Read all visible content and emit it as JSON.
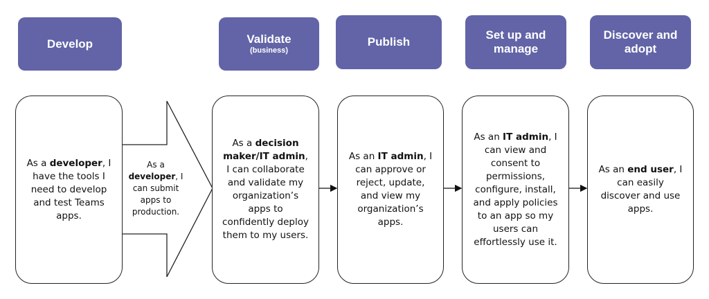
{
  "stages": [
    {
      "id": "develop",
      "title": "Develop",
      "subtitle": ""
    },
    {
      "id": "validate",
      "title": "Validate",
      "subtitle": "(business)"
    },
    {
      "id": "publish",
      "title": "Publish",
      "subtitle": ""
    },
    {
      "id": "setup",
      "title": "Set up and manage",
      "subtitle": ""
    },
    {
      "id": "discover",
      "title": "Discover and adopt",
      "subtitle": ""
    }
  ],
  "boxes": {
    "develop": {
      "pre": "As a ",
      "bold": "developer",
      "post": ", I have the tools I need to develop and test Teams apps."
    },
    "arrow": {
      "pre": "As a ",
      "bold": "developer",
      "post": ", I can submit apps to production."
    },
    "validate": {
      "pre": "As a ",
      "bold": "decision maker/IT admin",
      "post": ", I can collaborate and validate my organization’s apps to confidently deploy them to my users."
    },
    "publish": {
      "pre": "As an ",
      "bold": "IT admin",
      "post": ", I can approve or reject, update, and view my organization’s apps."
    },
    "setup": {
      "pre": "As an ",
      "bold": "IT admin",
      "post": ", I can view and consent to permissions, configure, install, and apply policies to an app so my users can effortlessly use it."
    },
    "discover": {
      "pre": "As an ",
      "bold": "end user",
      "post": ", I can easily discover and use apps."
    }
  },
  "colors": {
    "header_fill": "#6264a7",
    "header_text": "#ffffff",
    "outline": "#222222"
  }
}
